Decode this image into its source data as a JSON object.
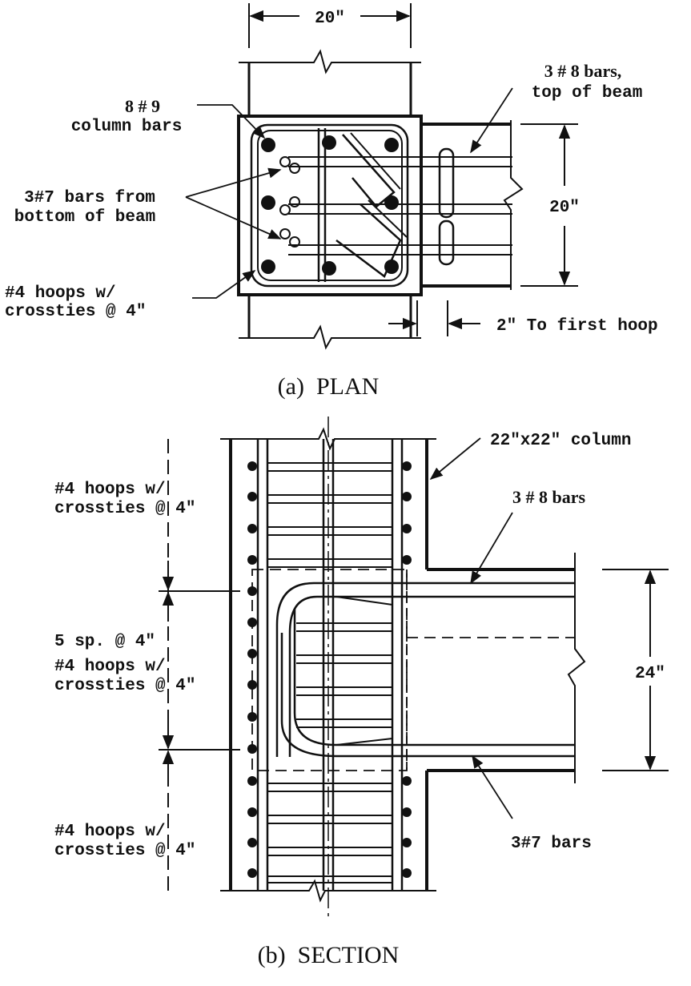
{
  "plan": {
    "caption": "(a)  PLAN",
    "dim_top": "20\"",
    "dim_right": "20\"",
    "label_column_bars_1": "8 # 9",
    "label_column_bars_2": "column bars",
    "label_top_bars_1": "3 # 8 bars,",
    "label_top_bars_2": "top of beam",
    "label_bottom_bars_1": "3#7 bars from",
    "label_bottom_bars_2": "bottom of beam",
    "label_hoops_1": "#4 hoops w/",
    "label_hoops_2": "crossties @ 4\"",
    "label_first_hoop": "2\" To first hoop"
  },
  "section": {
    "caption": "(b)  SECTION",
    "label_column": "22\"x22\" column",
    "label_top_bars": "3 # 8 bars",
    "label_bottom_bars": "3#7 bars",
    "dim_beam": "24\"",
    "label_hoops_upper_1": "#4 hoops w/",
    "label_hoops_upper_2": "crossties @ 4\"",
    "label_joint_spacing": "5 sp. @ 4\"",
    "label_hoops_joint_1": "#4 hoops w/",
    "label_hoops_joint_2": "crossties @ 4\"",
    "label_hoops_lower_1": "#4 hoops w/",
    "label_hoops_lower_2": "crossties @ 4\""
  }
}
